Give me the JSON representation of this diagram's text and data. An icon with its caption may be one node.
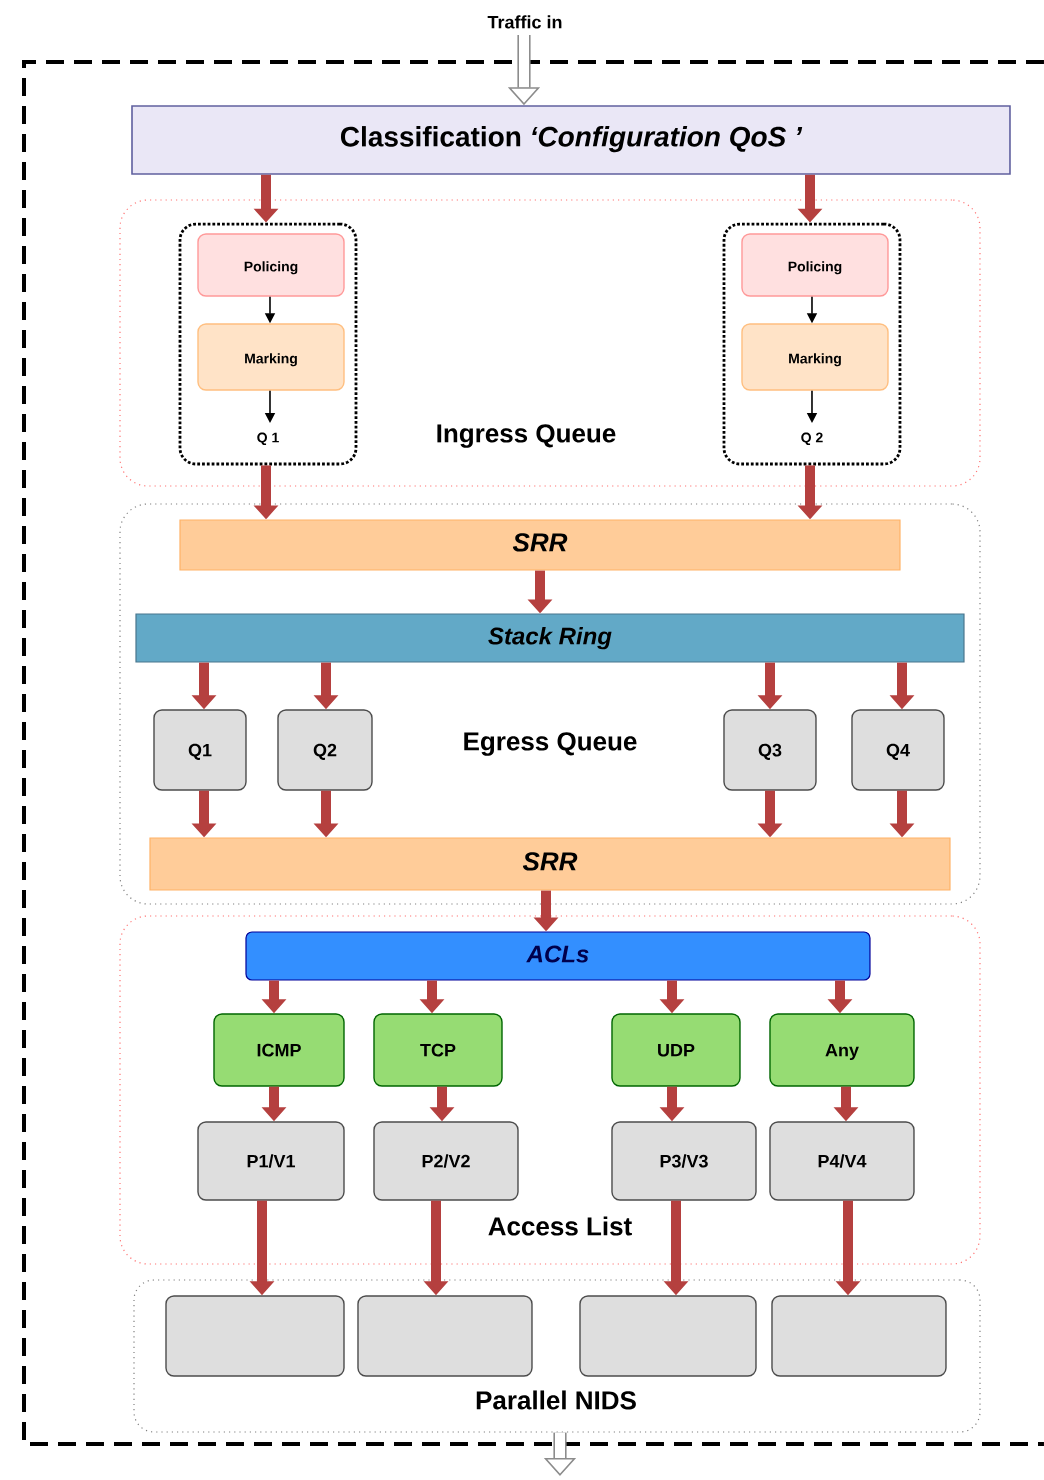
{
  "diagram": {
    "nodes": [
      {
        "text": [
          "Traffic in"
        ]
      },
      {
        "text": [
          "Classification *‘Configuration QoS ’*"
        ]
      },
      {
        "text": [
          "Ingress Queue"
        ]
      },
      {
        "text": [],
        "shape": "box",
        "in": 2
      },
      {
        "text": [
          "Policing"
        ],
        "in": 3
      },
      {
        "text": [
          "Marking"
        ],
        "in": 3
      },
      {
        "text": [
          "Q 1"
        ],
        "in": 3
      },
      {
        "text": [],
        "shape": "box",
        "in": 2
      },
      {
        "text": [
          "Policing"
        ],
        "in": 7
      },
      {
        "text": [
          "Marking"
        ],
        "in": 7
      },
      {
        "text": [
          "Q 2"
        ],
        "in": 7
      },
      {
        "text": [
          "Egress Queue"
        ]
      },
      {
        "text": [
          "SRR"
        ],
        "in": 11
      },
      {
        "text": [
          "Stack Ring"
        ],
        "in": 11
      },
      {
        "text": [
          "Q1"
        ],
        "in": 11
      },
      {
        "text": [
          "Q2"
        ],
        "in": 11
      },
      {
        "text": [
          "Q3"
        ],
        "in": 11
      },
      {
        "text": [
          "Q4"
        ],
        "in": 11
      },
      {
        "text": [
          "SRR"
        ],
        "in": 11
      },
      {
        "text": [
          "Access List"
        ]
      },
      {
        "text": [
          "ACLs"
        ],
        "in": 19
      },
      {
        "text": [
          "ICMP"
        ],
        "in": 19
      },
      {
        "text": [
          "TCP"
        ],
        "in": 19
      },
      {
        "text": [
          "UDP"
        ],
        "in": 19
      },
      {
        "text": [
          "Any"
        ],
        "in": 19
      },
      {
        "text": [
          "P1/V1"
        ],
        "in": 19
      },
      {
        "text": [
          "P2/V2"
        ],
        "in": 19
      },
      {
        "text": [
          "P3/V3"
        ],
        "in": 19
      },
      {
        "text": [
          "P4/V4"
        ],
        "in": 19
      },
      {
        "text": [
          "Parallel NIDS"
        ]
      },
      {
        "text": [],
        "shape": "box",
        "in": 29
      },
      {
        "text": [],
        "shape": "box",
        "in": 29
      },
      {
        "text": [],
        "shape": "box",
        "in": 29
      },
      {
        "text": [],
        "shape": "box",
        "in": 29
      }
    ],
    "edges": [
      {
        "from": 0,
        "to": 1,
        "arrow": "to",
        "color": "#8c8c8c"
      },
      {
        "from": 1,
        "to": 3,
        "arrow": "to"
      },
      {
        "from": 1,
        "to": 7,
        "arrow": "to"
      },
      {
        "from": 4,
        "to": 5,
        "arrow": "to",
        "color": "#000000"
      },
      {
        "from": 5,
        "to": 6,
        "arrow": "to",
        "color": "#000000"
      },
      {
        "from": 8,
        "to": 9,
        "arrow": "to",
        "color": "#000000"
      },
      {
        "from": 9,
        "to": 10,
        "arrow": "to",
        "color": "#000000"
      },
      {
        "from": 3,
        "to": 12,
        "arrow": "to"
      },
      {
        "from": 7,
        "to": 12,
        "arrow": "to"
      },
      {
        "from": 12,
        "to": 13,
        "arrow": "to"
      },
      {
        "from": 13,
        "to": 14,
        "arrow": "to"
      },
      {
        "from": 13,
        "to": 15,
        "arrow": "to"
      },
      {
        "from": 13,
        "to": 16,
        "arrow": "to"
      },
      {
        "from": 13,
        "to": 17,
        "arrow": "to"
      },
      {
        "from": 14,
        "to": 18,
        "arrow": "to"
      },
      {
        "from": 15,
        "to": 18,
        "arrow": "to"
      },
      {
        "from": 16,
        "to": 18,
        "arrow": "to"
      },
      {
        "from": 17,
        "to": 18,
        "arrow": "to"
      },
      {
        "from": 18,
        "to": 20,
        "arrow": "to"
      },
      {
        "from": 20,
        "to": 21,
        "arrow": "to"
      },
      {
        "from": 20,
        "to": 22,
        "arrow": "to"
      },
      {
        "from": 20,
        "to": 23,
        "arrow": "to"
      },
      {
        "from": 20,
        "to": 24,
        "arrow": "to"
      },
      {
        "from": 21,
        "to": 25,
        "arrow": "to"
      },
      {
        "from": 22,
        "to": 26,
        "arrow": "to"
      },
      {
        "from": 23,
        "to": 27,
        "arrow": "to"
      },
      {
        "from": 24,
        "to": 28,
        "arrow": "to"
      },
      {
        "from": 25,
        "to": 30,
        "arrow": "to"
      },
      {
        "from": 26,
        "to": 31,
        "arrow": "to"
      },
      {
        "from": 27,
        "to": 32,
        "arrow": "to"
      },
      {
        "from": 28,
        "to": 33,
        "arrow": "to"
      },
      {
        "from": 29,
        "to": null,
        "arrow": "to",
        "color": "#8c8c8c"
      }
    ]
  }
}
